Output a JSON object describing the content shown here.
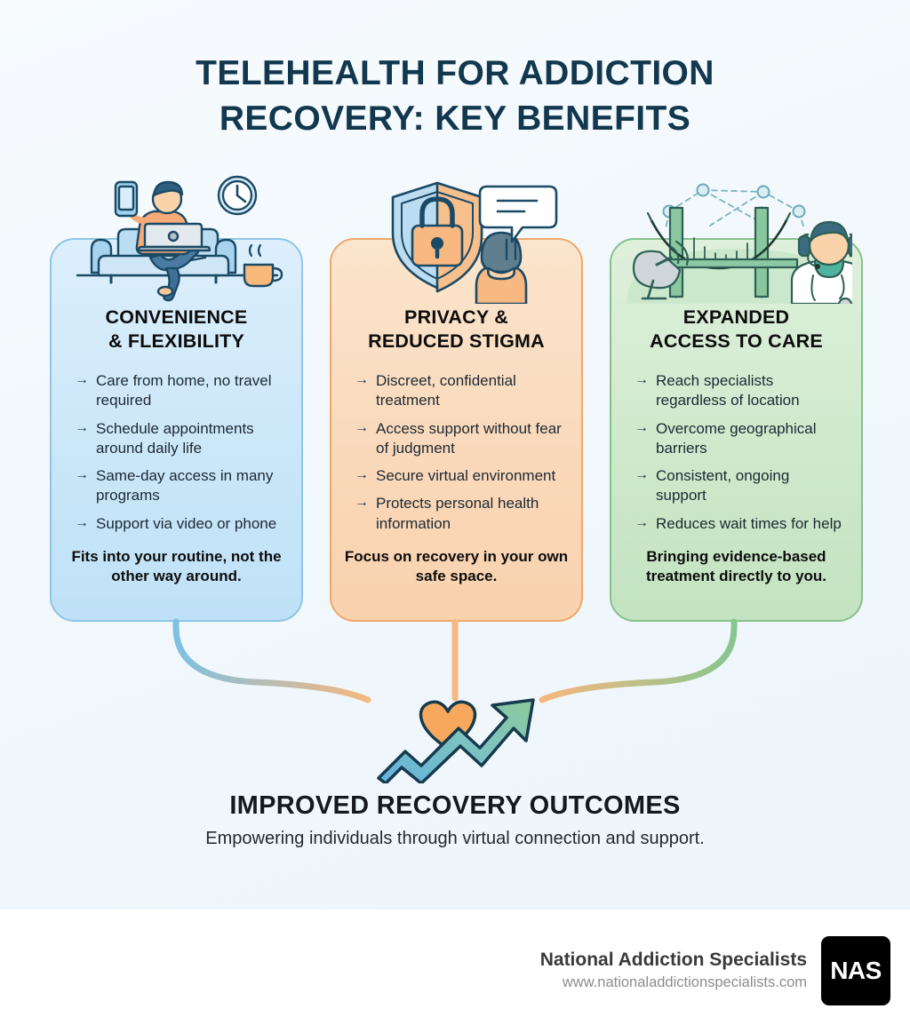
{
  "title": {
    "line1": "TELEHEALTH FOR ADDICTION",
    "line2": "RECOVERY: KEY BENEFITS"
  },
  "colors": {
    "title": "#12384f",
    "card1_bg": "#cbe7f9",
    "card1_border": "#8fc5e6",
    "card2_bg": "#fad9bb",
    "card2_border": "#eda96a",
    "card3_bg": "#cfe9cc",
    "card3_border": "#86c18c",
    "bullet_arrow": "#15394f",
    "heart": "#f7a85c",
    "arrow_start": "#6ab7e0",
    "arrow_end": "#8dc99a",
    "page_bg": "#f2f8fc",
    "footer_bg": "#ffffff",
    "logo_bg": "#000000"
  },
  "cards": [
    {
      "id": "convenience-flexibility",
      "icon": "person-on-sofa-with-laptop-icon",
      "heading_line1": "CONVENIENCE",
      "heading_line2": "& FLEXIBILITY",
      "bullet_marker": "→",
      "bullets": [
        "Care from home, no travel required",
        "Schedule appointments around daily life",
        "Same-day access in many programs",
        "Support via video or phone"
      ],
      "tagline": "Fits into your routine, not the other way around."
    },
    {
      "id": "privacy-reduced-stigma",
      "icon": "shield-lock-person-icon",
      "heading_line1": "PRIVACY &",
      "heading_line2": "REDUCED STIGMA",
      "bullet_marker": "→",
      "bullets": [
        "Discreet, confidential treatment",
        "Access support without fear of judgment",
        "Secure virtual environment",
        "Protects personal health information"
      ],
      "tagline": "Focus on recovery in your own safe space."
    },
    {
      "id": "expanded-access-to-care",
      "icon": "satellite-bridge-doctor-icon",
      "heading_line1": "EXPANDED",
      "heading_line2": "ACCESS TO CARE",
      "bullet_marker": "→",
      "bullets": [
        "Reach specialists regardless of location",
        "Overcome geographical barriers",
        "Consistent, ongoing support",
        "Reduces wait times for help"
      ],
      "tagline": "Bringing evidence-based treatment directly to you."
    }
  ],
  "outcome": {
    "icon": "upward-trend-arrow-with-heart-icon",
    "title": "IMPROVED RECOVERY OUTCOMES",
    "subtitle": "Empowering individuals through virtual connection and support."
  },
  "footer": {
    "organization": "National Addiction Specialists",
    "url": "www.nationaladdictionspecialists.com",
    "logo_text": "NAS"
  }
}
